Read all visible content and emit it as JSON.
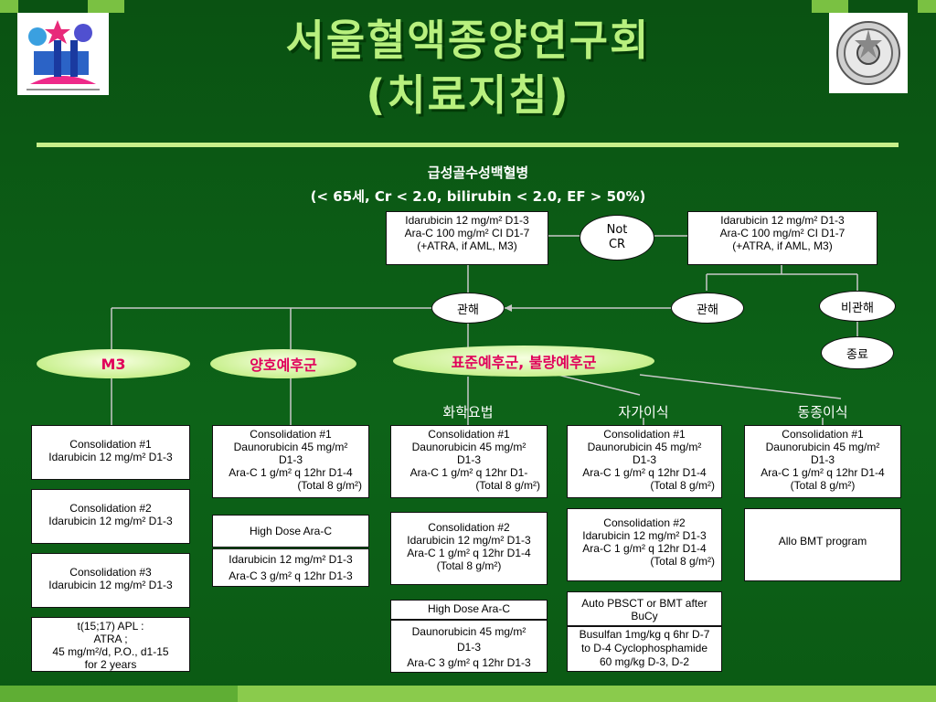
{
  "header": {
    "title_line1": "서울혈액종양연구회",
    "title_line2": "(치료지침)"
  },
  "subtitle": {
    "line1": "급성골수성백혈병",
    "line2": "(< 65세, Cr < 2.0,  bilirubin < 2.0, EF > 50%)"
  },
  "induction_box": {
    "lines": [
      "Idarubicin 12  mg/m² D1-3",
      "Ara-C 100 mg/m² CI D1-7",
      "(+ATRA, if AML, M3)"
    ]
  },
  "reinduction_box": {
    "lines": [
      "Idarubicin 12  mg/m² D1-3",
      "Ara-C 100 mg/m² CI D1-7",
      "(+ATRA, if AML, M3)"
    ]
  },
  "not_cr": {
    "line1": "Not",
    "line2": "CR"
  },
  "remission_left": "관해",
  "remission_right": "관해",
  "non_remission": "비관해",
  "end": "종료",
  "groups": {
    "m3": "M3",
    "good": "양호예후군",
    "standard": "표준예후군, 불량예후군"
  },
  "therapy_labels": {
    "chemo": "화학요법",
    "auto": "자가이식",
    "allo": "동종이식"
  },
  "m3_col": {
    "c1": [
      "Consolidation #1",
      "Idarubicin  12  mg/m² D1-3"
    ],
    "c2": [
      "Consolidation #2",
      "Idarubicin  12  mg/m² D1-3"
    ],
    "c3": [
      "Consolidation #3",
      "Idarubicin  12  mg/m² D1-3"
    ],
    "maint": [
      "t(15;17) APL :",
      "ATRA ;",
      "45 mg/m²/d, P.O., d1-15",
      "for 2 years"
    ]
  },
  "good_col": {
    "c1": [
      "Consolidation #1",
      "Daunorubicin 45  mg/m²",
      "D1-3",
      "Ara-C 1 g/m² q 12hr D1-4",
      "(Total 8 g/m²)"
    ],
    "hd": [
      "High Dose Ara-C"
    ],
    "hd_detail": [
      "Idarubicin  12  mg/m² D1-3",
      "Ara-C 3 g/m² q 12hr  D1-3"
    ]
  },
  "chemo_col": {
    "c1": [
      "Consolidation #1",
      "Daunorubicin 45  mg/m²",
      "D1-3",
      "Ara-C 1 g/m² q 12hr D1-",
      "(Total 8 g/m²)"
    ],
    "c2": [
      "Consolidation #2",
      "Idarubicin  12  mg/m² D1-3",
      "Ara-C 1 g/m² q 12hr D1-4",
      "(Total 8 g/m²)"
    ],
    "hd": [
      "High Dose Ara-C"
    ],
    "hd_detail": [
      "Daunorubicin  45  mg/m²",
      "D1-3",
      "Ara-C 3 g/m² q 12hr  D1-3"
    ]
  },
  "auto_col": {
    "c1": [
      "Consolidation #1",
      "Daunorubicin 45  mg/m²",
      "D1-3",
      "Ara-C 1 g/m² q 12hr D1-4",
      "(Total 8 g/m²)"
    ],
    "c2": [
      "Consolidation #2",
      "Idarubicin  12  mg/m² D1-3",
      "Ara-C 1 g/m² q 12hr D1-4",
      "(Total 8 g/m²)"
    ],
    "pbsct": [
      "Auto PBSCT or BMT after",
      "BuCy"
    ],
    "bucy": [
      "Busulfan 1mg/kg q 6hr D-7",
      "to D-4 Cyclophosphamide",
      "60 mg/kg D-3, D-2"
    ]
  },
  "allo_col": {
    "c1": [
      "Consolidation #1",
      "Daunorubicin 45  mg/m²",
      "D1-3",
      "Ara-C 1 g/m² q 12hr D1-4",
      "(Total 8 g/m²)"
    ],
    "program": [
      "Allo BMT program"
    ]
  },
  "colors": {
    "background": "#0b5a14",
    "accent_green": "#7ac142",
    "title": "#b8f07e",
    "group_text": "#e0005a"
  }
}
